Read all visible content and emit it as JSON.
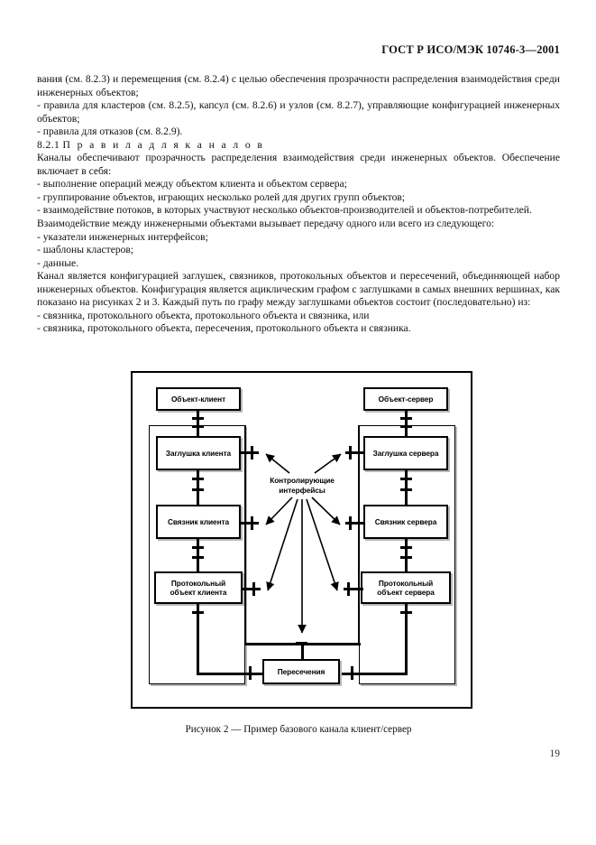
{
  "document": {
    "header_standard": "ГОСТ Р ИСО/МЭК 10746-3—2001",
    "page_number": "19",
    "language": "ru"
  },
  "body": {
    "paragraphs": [
      {
        "id": "p1",
        "style": "continuation",
        "text": "вания (см. 8.2.3) и перемещения (см. 8.2.4) с целью обеспечения прозрачности распределения взаимодействия среди инженерных объектов;"
      },
      {
        "id": "p2",
        "style": "bullet",
        "text": "- правила для кластеров (см. 8.2.5), капсул (см. 8.2.6) и узлов (см. 8.2.7), управляющие конфигурацией инженерных объектов;"
      },
      {
        "id": "p3",
        "style": "bullet",
        "text": "- правила для отказов (см. 8.2.9)."
      },
      {
        "id": "p4",
        "style": "heading",
        "number": "8.2.1",
        "text": "П р а в и л а   д л я   к а н а л о в"
      },
      {
        "id": "p5",
        "style": "indent",
        "text": "Каналы обеспечивают прозрачность распределения взаимодействия среди инженерных объектов. Обеспечение включает в себя:"
      },
      {
        "id": "p6",
        "style": "bullet",
        "text": "- выполнение операций между объектом клиента и объектом сервера;"
      },
      {
        "id": "p7",
        "style": "bullet",
        "text": "- группирование объектов, играющих несколько ролей для других групп объектов;"
      },
      {
        "id": "p8",
        "style": "bullet",
        "text": "- взаимодействие потоков, в которых участвуют несколько объектов-производителей и объектов-потребителей."
      },
      {
        "id": "p9",
        "style": "indent",
        "text": "Взаимодействие между инженерными объектами вызывает передачу одного или всего из следующего:"
      },
      {
        "id": "p10",
        "style": "bullet",
        "text": "- указатели инженерных интерфейсов;"
      },
      {
        "id": "p11",
        "style": "bullet",
        "text": "- шаблоны кластеров;"
      },
      {
        "id": "p12",
        "style": "bullet",
        "text": "- данные."
      },
      {
        "id": "p13",
        "style": "indent",
        "text": "Канал является конфигурацией заглушек, связников, протокольных объектов и пересечений, объединяющей набор инженерных объектов. Конфигурация является ациклическим графом с заглушками в самых внешних вершинах, как показано на рисунках 2 и 3. Каждый путь по графу между заглушками объектов состоит (последовательно) из:"
      },
      {
        "id": "p14",
        "style": "bullet",
        "text": "- связника, протокольного объекта, протокольного объекта и связника, или"
      },
      {
        "id": "p15",
        "style": "bullet",
        "text": "- связника, протокольного объекта, пересечения, протокольного объекта и связника."
      }
    ]
  },
  "figure": {
    "caption": "Рисунок 2 — Пример базового канала клиент/сервер",
    "nodes": {
      "client_object": "Объект-клиент",
      "server_object": "Объект-сервер",
      "client_stub": "Заглушка клиента",
      "server_stub": "Заглушка сервера",
      "client_binder": "Связник клиента",
      "server_binder": "Связник сервера",
      "client_protocol_object": "Протокольный объект клиента",
      "server_protocol_object": "Протокольный объект сервера",
      "intersections": "Пересечения"
    },
    "center_label": "Контролирующие интерфейсы",
    "colors": {
      "line": "#000000",
      "shadow": "#b9b9b9",
      "background": "#ffffff"
    }
  }
}
